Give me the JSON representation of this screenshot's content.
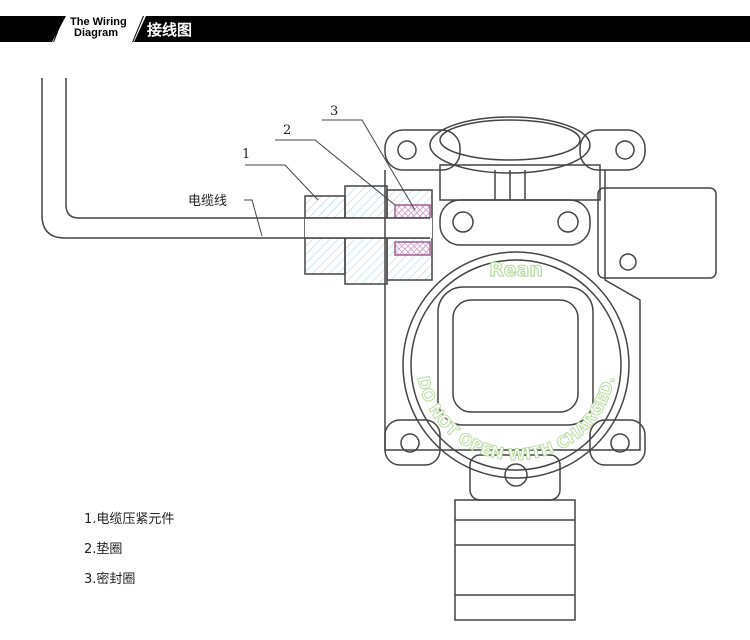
{
  "header": {
    "title_en_line1": "The Wiring",
    "title_en_line2": "Diagram",
    "title_cn": "接线图"
  },
  "diagram": {
    "callouts": [
      "1",
      "2",
      "3"
    ],
    "cable_label": "电缆线",
    "brand": "Rean",
    "warning": "DO NOT OPEN WITH CHARGED."
  },
  "legend": [
    "1.电缆压紧元件",
    "2.垫圈",
    "3.密封圈"
  ],
  "colors": {
    "accent_green": "#b9dca0",
    "hatch_blue": "#9fd0dc",
    "hatch_pink": "#d7a0c8"
  }
}
